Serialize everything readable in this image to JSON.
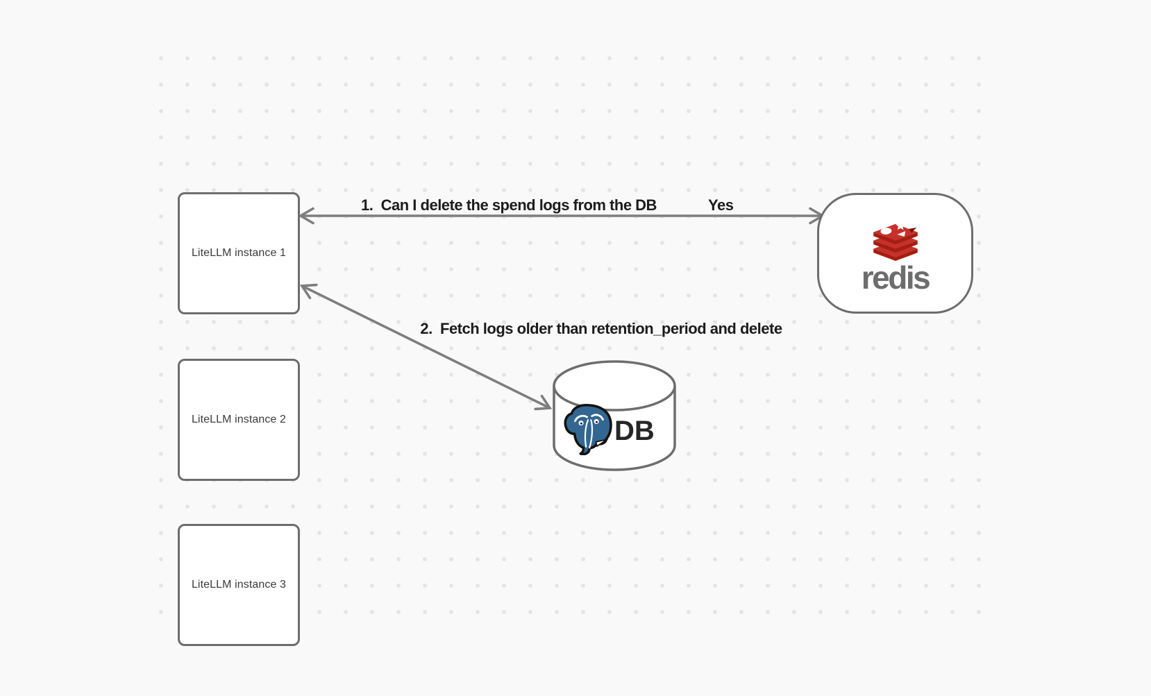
{
  "canvas": {
    "background_color": "#f9f9f9",
    "dot_color": "#e4e4e4",
    "border_color": "#6d6d6d",
    "arrow_color": "#7e7e7e"
  },
  "nodes": {
    "instances": [
      {
        "label": "LiteLLM instance 1"
      },
      {
        "label": "LiteLLM instance 2"
      },
      {
        "label": "LiteLLM instance 3"
      }
    ],
    "redis": {
      "wordmark": "redis",
      "wordmark_color": "#6d6d6d",
      "logo_icon": "redis-stack-icon",
      "logo_red": "#c6302b",
      "logo_dark_red": "#a41e11"
    },
    "db": {
      "label": "DB",
      "logo_icon": "postgresql-elephant-icon",
      "elephant_blue": "#336791",
      "label_color": "#262626"
    }
  },
  "edges": {
    "edge1": {
      "label": "1.  Can I delete the spend logs from the DB",
      "response": "Yes"
    },
    "edge2": {
      "label": "2.  Fetch logs older than retention_period and delete"
    }
  }
}
